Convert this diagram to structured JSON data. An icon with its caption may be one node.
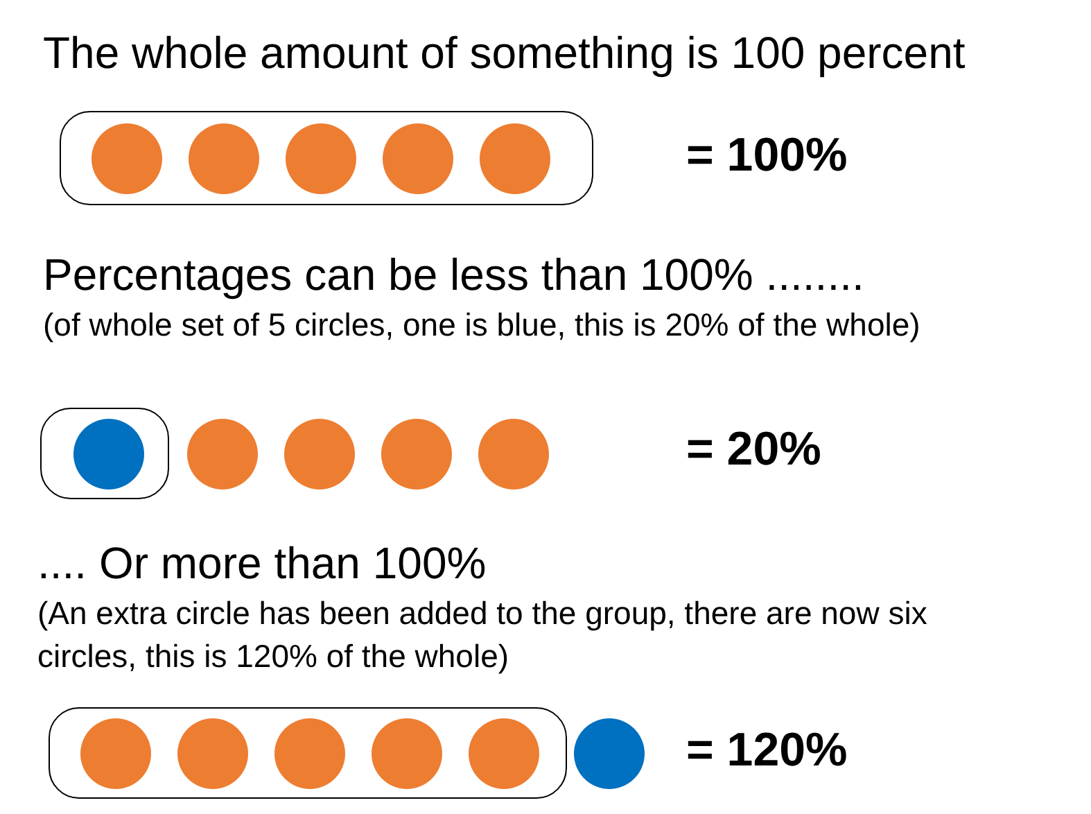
{
  "diagram": {
    "nodes": [
      {
        "text": [],
        "shape": "box"
      },
      {
        "text": [],
        "shape": "circle",
        "in": 0
      },
      {
        "text": [],
        "shape": "circle",
        "in": 0
      },
      {
        "text": [],
        "shape": "circle",
        "in": 0
      },
      {
        "text": [],
        "shape": "circle",
        "in": 0
      },
      {
        "text": [],
        "shape": "circle",
        "in": 0
      },
      {
        "text": [],
        "shape": "box"
      },
      {
        "text": [],
        "shape": "circle",
        "in": 6
      },
      {
        "text": [],
        "shape": "circle"
      },
      {
        "text": [],
        "shape": "circle"
      },
      {
        "text": [],
        "shape": "circle"
      },
      {
        "text": [],
        "shape": "circle"
      },
      {
        "text": [],
        "shape": "box"
      },
      {
        "text": [],
        "shape": "circle",
        "in": 12
      },
      {
        "text": [],
        "shape": "circle",
        "in": 12
      },
      {
        "text": [],
        "shape": "circle",
        "in": 12
      },
      {
        "text": [],
        "shape": "circle",
        "in": 12
      },
      {
        "text": [],
        "shape": "circle",
        "in": 12
      },
      {
        "text": [],
        "shape": "circle"
      }
    ],
    "labels": [
      "The whole amount of something is 100 percent",
      "= 100%",
      "Percentages can be less than 100% ........",
      "(of whole set of 5 circles, one is blue, this is 20% of the whole)",
      "= 20%",
      ".... Or more than 100%",
      "(An extra circle has been added to the group, there are now six circles, this is 120% of the whole)",
      "= 120%"
    ]
  }
}
